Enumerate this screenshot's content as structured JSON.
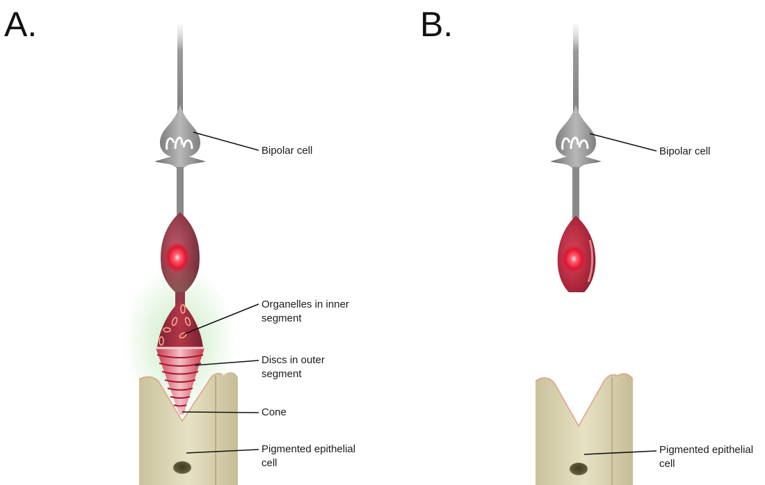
{
  "panels": [
    {
      "letter": "A.",
      "labels": {
        "bipolar": [
          "Bipolar cell"
        ],
        "organelles": [
          "Organelles in inner",
          "segment"
        ],
        "discs": [
          "Discs in outer",
          "segment"
        ],
        "cone": [
          "Cone"
        ],
        "epithelial": [
          "Pigmented epithelial",
          "cell"
        ]
      }
    },
    {
      "letter": "B.",
      "labels": {
        "bipolar": [
          "Bipolar cell"
        ],
        "epithelial": [
          "Pigmented epithelial",
          "cell"
        ]
      }
    }
  ],
  "colors": {
    "neuron_gray": "#8a8a8a",
    "cell_body": "#9c2a3c",
    "nucleus_glow": "#ff3040",
    "epithelium": "#d9d2b0",
    "green_haze": "#9bd88e",
    "cone_red": "#d23a4e"
  }
}
